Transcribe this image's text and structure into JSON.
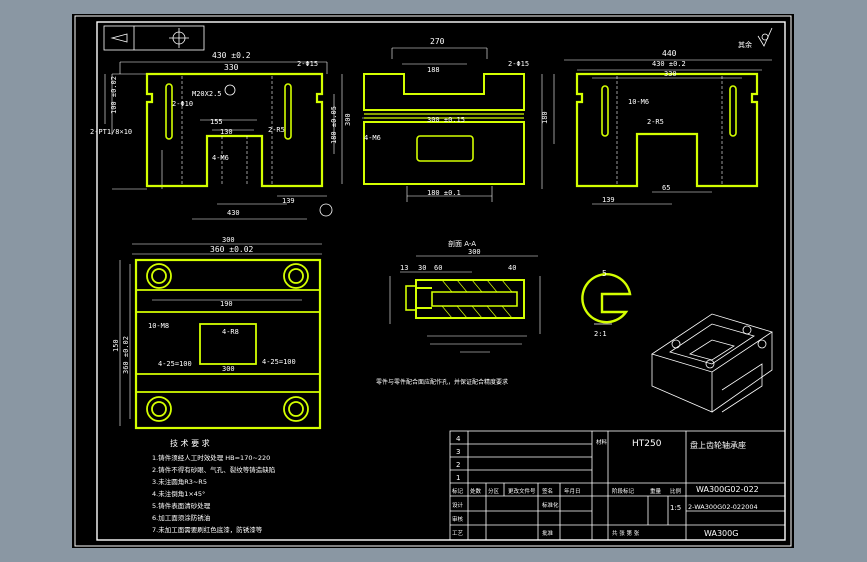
{
  "colors": {
    "frame_bg": "#8a97a3",
    "sheet_bg": "#000000",
    "outline": "#ffffff",
    "highlight": "#d4ff00",
    "dim": "#c8c8c8"
  },
  "views": {
    "front": {
      "dims": {
        "overall": "430 ±0.2",
        "top": "330",
        "bottom": "155",
        "lower_width": "130",
        "bottom_span": "430",
        "height_right": "300",
        "height_mid": "180 ±0.05",
        "height_left": "100 ±0.02",
        "foot": "139"
      },
      "notes": {
        "holes_top": "2-Φ15",
        "holes_side": "2-Φ10",
        "tap": "M20X2.5",
        "pt": "2-PT1/8×10",
        "slot": "4-M6",
        "rounding": "2-R5"
      }
    },
    "side": {
      "dims": {
        "top": "270",
        "slot": "188",
        "base": "300 ±0.15",
        "mid": "180 ±0.1"
      },
      "notes": {
        "holes": "2-Φ15",
        "tap": "4-M6"
      }
    },
    "right": {
      "dims": {
        "overall": "440",
        "top": "430 ±0.2",
        "inner": "330",
        "bottom": "139",
        "small": "65",
        "height": "180"
      },
      "notes": {
        "tap": "10-M6",
        "rounding": "2-R5"
      },
      "unmarked_roughness": "其余"
    },
    "plan": {
      "dims": {
        "overall": "360 ±0.02",
        "width": "300",
        "center": "190",
        "inner": "300",
        "height_left": "360 ±0.02",
        "height_outer": "150"
      },
      "notes": {
        "tap": "10-M8",
        "pocket": "4-R8",
        "pitch_left": "4-25=100",
        "pitch_right": "4-25=100"
      }
    },
    "section": {
      "title": "剖面 A-A",
      "dims": {
        "total": "300",
        "a": "13",
        "b": "30",
        "c": "60",
        "d": "40"
      }
    },
    "detail": {
      "label": "5",
      "caption": "2:1"
    }
  },
  "notes": {
    "center_note": "零件与零件配合面应配作孔，并保证配合精度要求",
    "title": "技 术 要 求",
    "items": [
      "1.铸件须经人工时效处理 HB=170~220",
      "2.铸件不得有砂眼、气孔、裂纹等铸造缺陷",
      "3.未注圆角R3~R5",
      "4.未注倒角1×45°",
      "5.铸件表面清砂处理",
      "6.加工面须涂防锈油",
      "7.未加工面需要刷红色底漆，防锈漆等"
    ]
  },
  "title_block": {
    "material": "HT250",
    "part_name": "盘上齿轮轴承座",
    "drawing_no": "WA300G02-022",
    "assembly_no": "2-WA300G02-022004",
    "project": "WA300G",
    "scale": "1:5",
    "rev_rows": [
      "4",
      "3",
      "2",
      "1"
    ],
    "labels": {
      "mark": "标记",
      "count": "处数",
      "zone": "分区",
      "doc": "更改文件号",
      "sign": "签名",
      "date": "年月日",
      "design": "设计",
      "standard": "标准化",
      "stage": "阶段标记",
      "weight": "重量",
      "ratio": "比例",
      "check": "审核",
      "process": "工艺",
      "approve": "批准",
      "sheets": "共 张 第 张",
      "material_label": "材料"
    }
  }
}
